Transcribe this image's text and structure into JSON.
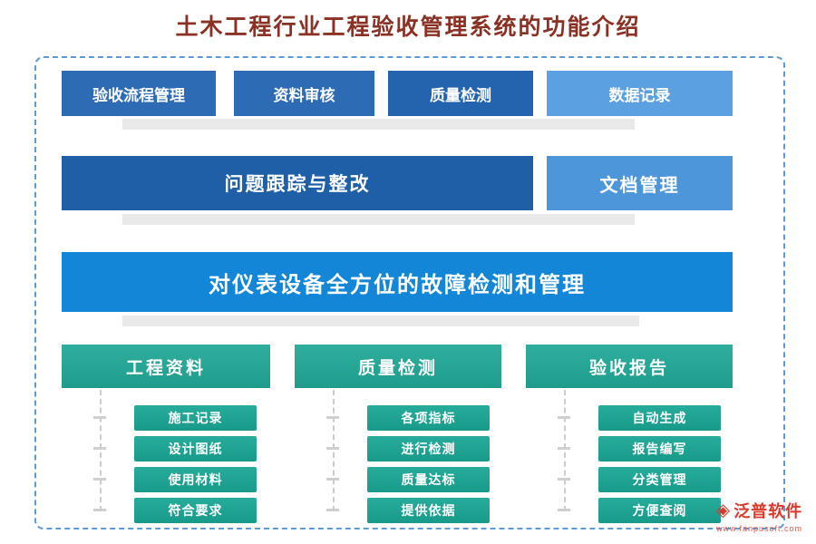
{
  "page": {
    "title": "土木工程行业工程验收管理系统的功能介绍"
  },
  "colors": {
    "title_text": "#8a3124",
    "frame_border": "#5b9bd8",
    "blue_mid": "#2d6cb5",
    "blue_dark": "#2463ad",
    "blue_deep": "#1e5fa8",
    "blue_light": "#5ba0e0",
    "blue_soft": "#4d96d9",
    "banner_blue": "#1486d8",
    "teal": "#21a795",
    "shadow_gray": "#e9e9e9",
    "brand_red": "#d93a2b"
  },
  "top_buttons": [
    {
      "label": "验收流程管理",
      "bg": "#2d6cb5"
    },
    {
      "label": "资料审核",
      "bg": "#2d6cb5"
    },
    {
      "label": "质量检测",
      "bg": "#2463ad"
    },
    {
      "label": "数据记录",
      "bg": "#5ba0e0"
    }
  ],
  "row2": [
    {
      "label": "问题跟踪与整改",
      "bg": "#1e5fa8"
    },
    {
      "label": "文档管理",
      "bg": "#4d96d9"
    }
  ],
  "banner": {
    "label": "对仪表设备全方位的故障检测和管理",
    "bg": "#1486d8"
  },
  "columns": [
    {
      "header": "工程资料",
      "items": [
        "施工记录",
        "设计图纸",
        "使用材料",
        "符合要求"
      ]
    },
    {
      "header": "质量检测",
      "items": [
        "各项指标",
        "进行检测",
        "质量达标",
        "提供依据"
      ]
    },
    {
      "header": "验收报告",
      "items": [
        "自动生成",
        "报告编写",
        "分类管理",
        "方便查阅"
      ]
    }
  ],
  "footer": {
    "brand": "泛普软件",
    "url": "www.fanpusoft.com"
  }
}
